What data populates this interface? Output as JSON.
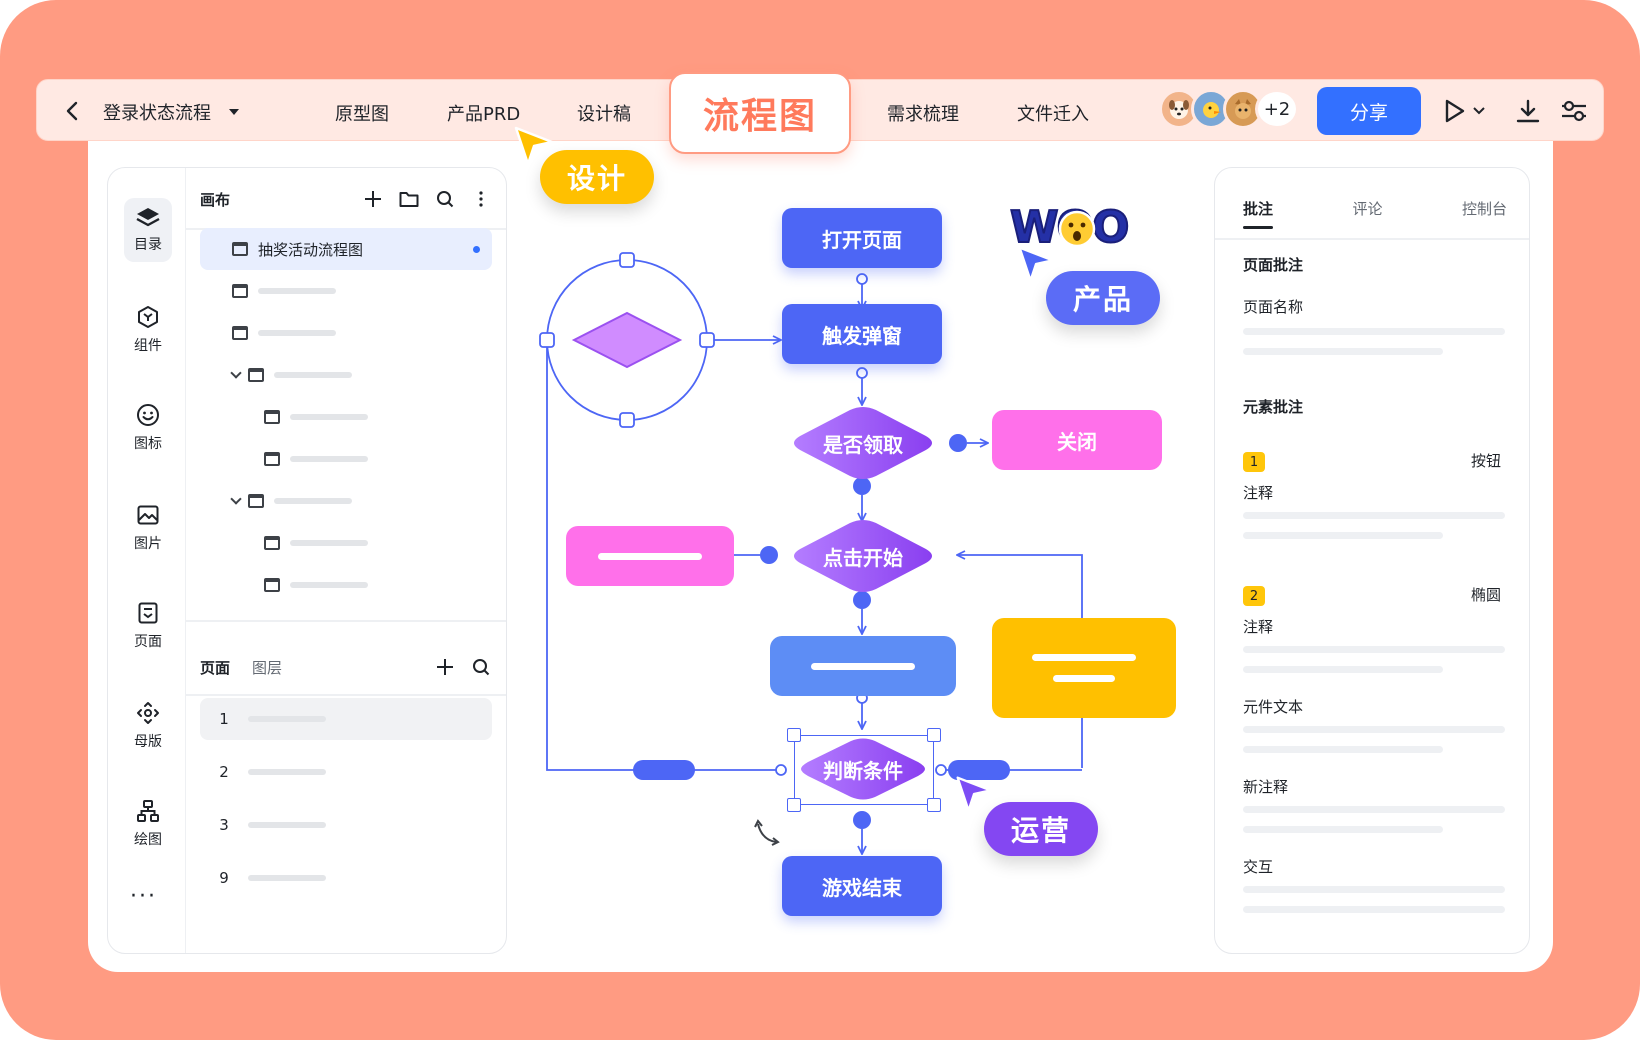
{
  "topbar": {
    "document_title": "登录状态流程",
    "tabs": [
      {
        "label": "原型图"
      },
      {
        "label": "产品PRD"
      },
      {
        "label": "设计稿"
      },
      {
        "label": "流程图"
      },
      {
        "label": "需求梳理"
      },
      {
        "label": "文件迁入"
      }
    ],
    "active_tab": "流程图",
    "avatar_more": "+2",
    "share_label": "分享"
  },
  "rail": {
    "items": [
      {
        "label": "目录",
        "icon": "layers-icon"
      },
      {
        "label": "组件",
        "icon": "component-icon"
      },
      {
        "label": "图标",
        "icon": "smile-icon"
      },
      {
        "label": "图片",
        "icon": "image-icon"
      },
      {
        "label": "页面",
        "icon": "page-icon"
      },
      {
        "label": "母版",
        "icon": "master-icon"
      },
      {
        "label": "绘图",
        "icon": "draw-icon"
      }
    ],
    "more": "···"
  },
  "canvas_tree": {
    "title": "画布",
    "selected_item": "抽奖活动流程图"
  },
  "pages": {
    "tab_pages": "页面",
    "tab_layers": "图层",
    "rows": [
      "1",
      "2",
      "3",
      "9"
    ]
  },
  "flow": {
    "open_page": "打开页面",
    "trigger_popup": "触发弹窗",
    "claim_decision": "是否领取",
    "close": "关闭",
    "click_start": "点击开始",
    "judge_condition": "判断条件",
    "game_over": "游戏结束"
  },
  "tags": {
    "design": "设计",
    "product": "产品",
    "operation": "运营",
    "woo": "WOO"
  },
  "right_panel": {
    "tabs": [
      "批注",
      "评论",
      "控制台"
    ],
    "page_annotation": "页面批注",
    "page_name": "页面名称",
    "element_annotation": "元素批注",
    "item1_no": "1",
    "item1_type": "按钮",
    "item1_note": "注释",
    "item2_no": "2",
    "item2_type": "椭圆",
    "item2_note": "注释",
    "component_text": "元件文本",
    "new_note": "新注释",
    "interaction": "交互"
  },
  "colors": {
    "frame": "#ff9b82",
    "primary_blue": "#3370ff",
    "flow_blue": "#4d66f5",
    "purple": "#9b51f0",
    "pink": "#ff62e0",
    "yellow": "#ffc000"
  }
}
